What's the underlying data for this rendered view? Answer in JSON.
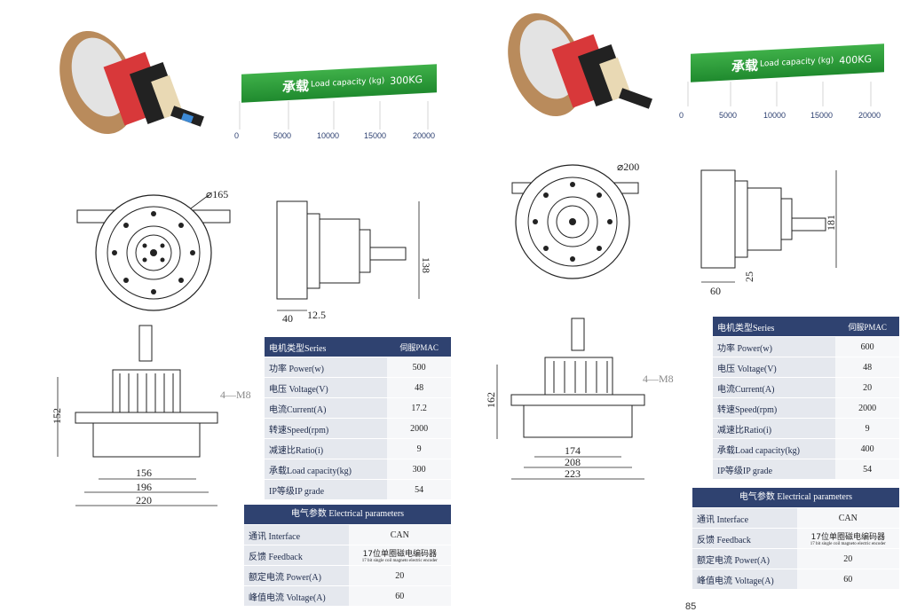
{
  "left": {
    "bar": {
      "cn": "承载",
      "cap": "Load capacity (kg)",
      "value": "300KG"
    },
    "ticks": [
      "0",
      "5000",
      "10000",
      "15000",
      "20000"
    ],
    "dims": {
      "diameter": "⌀165",
      "depth": "138",
      "d40": "40",
      "d12": "12.5",
      "h152": "152",
      "w156": "156",
      "w196": "196",
      "w220": "220",
      "holes": "4—M8"
    },
    "spec": {
      "series_key": "电机类型Series",
      "series_val": "伺服PMAC",
      "rows": [
        {
          "k": "功率 Power(w)",
          "v": "500"
        },
        {
          "k": "电压 Voltage(V)",
          "v": "48"
        },
        {
          "k": "电流Current(A)",
          "v": "17.2"
        },
        {
          "k": "转速Speed(rpm)",
          "v": "2000"
        },
        {
          "k": "减速比Ratio(i)",
          "v": "9"
        },
        {
          "k": "承载Load capacity(kg)",
          "v": "300"
        },
        {
          "k": "IP等级IP grade",
          "v": "54"
        }
      ]
    },
    "elec": {
      "head": "电气参数 Electrical parameters",
      "rows": [
        {
          "k": "通讯 Interface",
          "v": "CAN"
        },
        {
          "k": "反馈 Feedback",
          "v": "17位单圈磁电编码器",
          "sub": "17 bit single coil magneto electric encoder"
        },
        {
          "k": "额定电流 Power(A)",
          "v": "20"
        },
        {
          "k": "峰值电流 Voltage(A)",
          "v": "60"
        }
      ]
    }
  },
  "right": {
    "bar": {
      "cn": "承载",
      "cap": "Load capacity (kg)",
      "value": "400KG"
    },
    "ticks": [
      "0",
      "5000",
      "10000",
      "15000",
      "20000"
    ],
    "dims": {
      "diameter": "⌀200",
      "h181": "181",
      "d25": "25",
      "d60": "60",
      "h162": "162",
      "w174": "174",
      "w208": "208",
      "w223": "223",
      "holes": "4—M8"
    },
    "spec": {
      "series_key": "电机类型Series",
      "series_val": "伺服PMAC",
      "rows": [
        {
          "k": "功率 Power(w)",
          "v": "600"
        },
        {
          "k": "电压 Voltage(V)",
          "v": "48"
        },
        {
          "k": "电流Current(A)",
          "v": "20"
        },
        {
          "k": "转速Speed(rpm)",
          "v": "2000"
        },
        {
          "k": "减速比Ratio(i)",
          "v": "9"
        },
        {
          "k": "承载Load capacity(kg)",
          "v": "400"
        },
        {
          "k": "IP等级IP grade",
          "v": "54"
        }
      ]
    },
    "elec": {
      "head": "电气参数 Electrical parameters",
      "rows": [
        {
          "k": "通讯 Interface",
          "v": "CAN"
        },
        {
          "k": "反馈 Feedback",
          "v": "17位单圈磁电编码器",
          "sub": "17 bit single coil magneto electric encoder"
        },
        {
          "k": "额定电流 Power(A)",
          "v": "20"
        },
        {
          "k": "峰值电流 Voltage(A)",
          "v": "60"
        }
      ]
    }
  },
  "page_number": "85",
  "colors": {
    "bar_green": "#2a9d3a",
    "table_head": "#2f4270",
    "wheel_tan": "#c79a6a",
    "wheel_red": "#d8383a"
  }
}
